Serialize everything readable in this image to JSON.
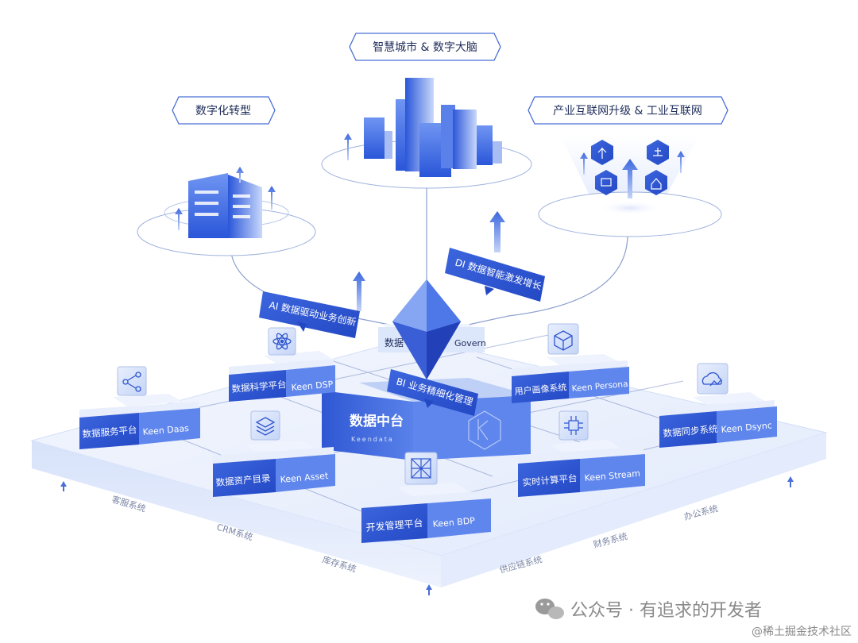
{
  "top_labels": {
    "center": "智慧城市 & 数字大脑",
    "left": "数字化转型",
    "right": "产业互联网升级 & 工业互联网"
  },
  "callouts": {
    "ai": "AI 数据驱动业务创新",
    "di": "DI 数据智能激发增长",
    "bi": "BI 业务精细化管理"
  },
  "core": {
    "title": "数据中台",
    "subtitle": "Keendata"
  },
  "top_module": {
    "cn": "数据治理平台",
    "en": "Keen Govern",
    "cn_visible": "数据",
    "en_visible": "Govern"
  },
  "modules": [
    {
      "id": "dsp",
      "cn": "数据科学平台",
      "en": "Keen DSP",
      "icon": "atom-icon"
    },
    {
      "id": "daas",
      "cn": "数据服务平台",
      "en": "Keen Daas",
      "icon": "share-nodes-icon"
    },
    {
      "id": "asset",
      "cn": "数据资产目录",
      "en": "Keen Asset",
      "icon": "layers-icon"
    },
    {
      "id": "bdp",
      "cn": "开发管理平台",
      "en": "Keen BDP",
      "icon": "network-icon"
    },
    {
      "id": "stream",
      "cn": "实时计算平台",
      "en": "Keen Stream",
      "icon": "circuit-icon"
    },
    {
      "id": "persona",
      "cn": "用户画像系统",
      "en": "Keen Persona",
      "icon": "cube-icon"
    },
    {
      "id": "dsync",
      "cn": "数据同步系统",
      "en": "Keen Dsync",
      "icon": "cloud-sync-icon"
    }
  ],
  "base_systems": [
    "客服系统",
    "CRM系统",
    "库存系统",
    "供应链系统",
    "财务系统",
    "办公系统"
  ],
  "watermarks": {
    "wechat": "公众号 · 有追求的开发者",
    "site": "@稀土掘金技术社区"
  },
  "colors": {
    "brand_blue": "#2f5fe0",
    "light_blue": "#dfe8fb",
    "dark_text": "#1f2d5a"
  }
}
